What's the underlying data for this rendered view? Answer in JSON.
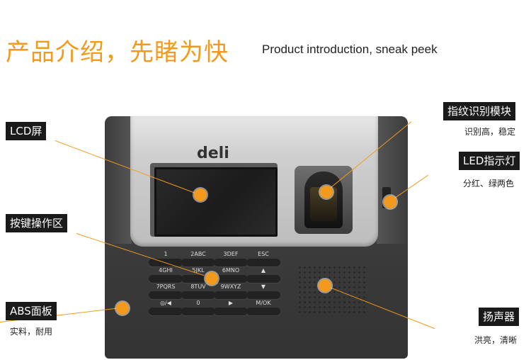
{
  "header": {
    "title_cn": "产品介绍，先睹为快",
    "title_en": "Product introduction, sneak peek"
  },
  "device": {
    "brand": "deli",
    "keypad": {
      "keys": [
        {
          "label": "1"
        },
        {
          "label": "2ABC"
        },
        {
          "label": "3DEF"
        },
        {
          "label": "ESC"
        },
        {
          "label": "4GHI"
        },
        {
          "label": "5JKL"
        },
        {
          "label": "6MNO"
        },
        {
          "label": "▲"
        },
        {
          "label": "7PQRS"
        },
        {
          "label": "8TUV"
        },
        {
          "label": "9WXYZ"
        },
        {
          "label": "▼"
        },
        {
          "label": "◎/◀"
        },
        {
          "label": "0"
        },
        {
          "label": "▶"
        },
        {
          "label": "M/OK"
        }
      ]
    }
  },
  "callouts": {
    "lcd": {
      "label": "LCD屏"
    },
    "keypad": {
      "label": "按键操作区"
    },
    "abs": {
      "label": "ABS面板",
      "sub": "实料，耐用"
    },
    "fingerprint": {
      "label": "指纹识别模块",
      "sub": "识别高，稳定"
    },
    "led": {
      "label": "LED指示灯",
      "sub": "分红、绿两色"
    },
    "speaker": {
      "label": "扬声器",
      "sub": "洪亮，清晰"
    }
  },
  "colors": {
    "accent": "#f39a1c",
    "label_bg": "#1a1a1a"
  }
}
